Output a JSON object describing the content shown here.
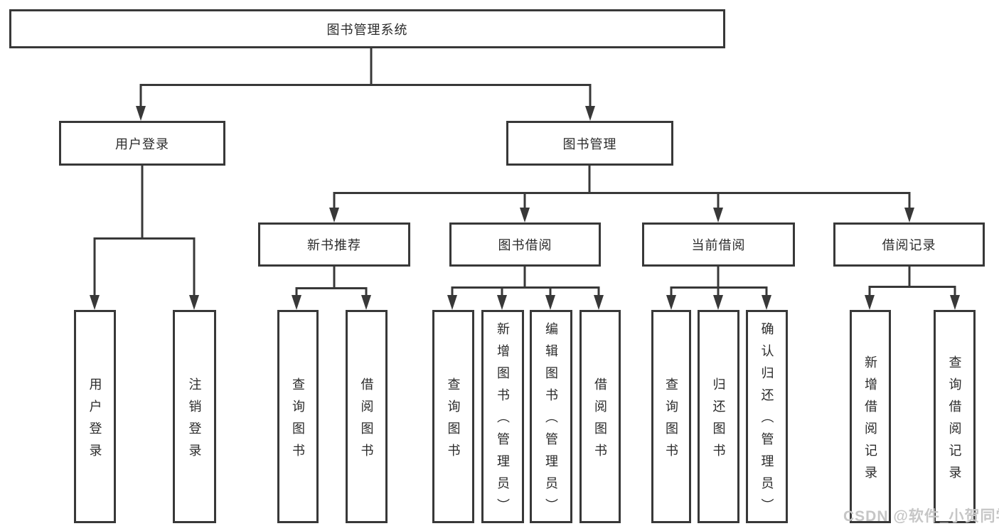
{
  "diagram_title": "图书管理系统",
  "nodes": {
    "root": {
      "label": "图书管理系统"
    },
    "user_login": {
      "label": "用户登录"
    },
    "book_mgmt": {
      "label": "图书管理"
    },
    "new_book": {
      "label": "新书推荐"
    },
    "book_borrow": {
      "label": "图书借阅"
    },
    "current_borrow": {
      "label": "当前借阅"
    },
    "borrow_record": {
      "label": "借阅记录"
    },
    "leaf_user_login": {
      "label": "用户登录"
    },
    "leaf_logout": {
      "label": "注销登录"
    },
    "leaf_nb_query": {
      "label": "查询图书"
    },
    "leaf_nb_borrow": {
      "label": "借阅图书"
    },
    "leaf_bb_query": {
      "label": "查询图书"
    },
    "leaf_bb_add": {
      "label": "新增图书（管理员）"
    },
    "leaf_bb_edit": {
      "label": "编辑图书（管理员）"
    },
    "leaf_bb_borrow": {
      "label": "借阅图书"
    },
    "leaf_cb_query": {
      "label": "查询图书"
    },
    "leaf_cb_return": {
      "label": "归还图书"
    },
    "leaf_cb_confirm": {
      "label": "确认归还（管理员）"
    },
    "leaf_br_add": {
      "label": "新增借阅记录"
    },
    "leaf_br_query": {
      "label": "查询借阅记录"
    }
  },
  "hierarchy": {
    "图书管理系统": {
      "用户登录": [
        "用户登录",
        "注销登录"
      ],
      "图书管理": {
        "新书推荐": [
          "查询图书",
          "借阅图书"
        ],
        "图书借阅": [
          "查询图书",
          "新增图书（管理员）",
          "编辑图书（管理员）",
          "借阅图书"
        ],
        "当前借阅": [
          "查询图书",
          "归还图书",
          "确认归还（管理员）"
        ],
        "借阅记录": [
          "新增借阅记录",
          "查询借阅记录"
        ]
      }
    }
  },
  "watermark": {
    "text": "CSDN @软件_小贺同学"
  },
  "colors": {
    "line": "#383838",
    "text": "#2b2b2b",
    "background": "#ffffff",
    "watermark": "#c6c6c6"
  }
}
